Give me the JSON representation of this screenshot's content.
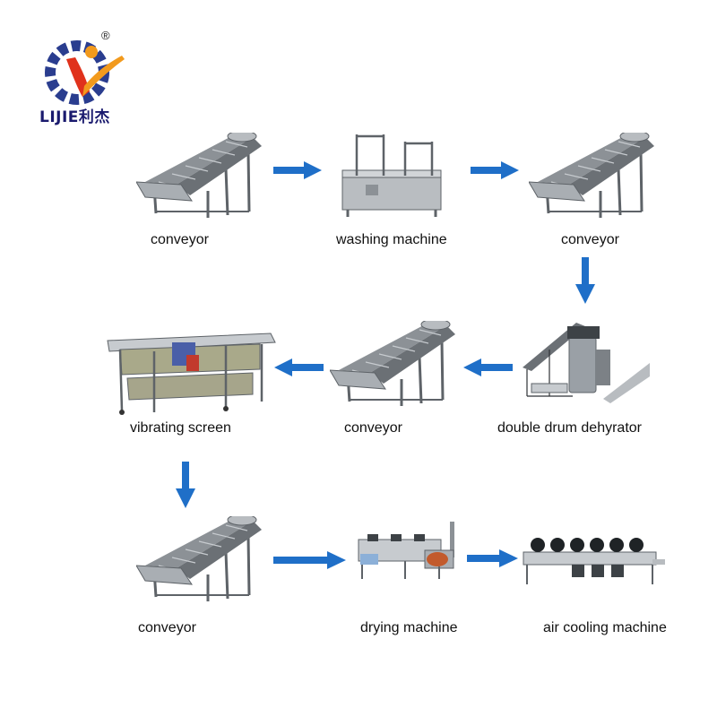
{
  "logo": {
    "text": "LIJIE利杰",
    "registered": "®"
  },
  "steps": [
    {
      "id": "conveyor-1",
      "label": "conveyor"
    },
    {
      "id": "washing-machine",
      "label": "washing machine"
    },
    {
      "id": "conveyor-2",
      "label": "conveyor"
    },
    {
      "id": "double-drum-dehydrator",
      "label": "double drum dehyrator"
    },
    {
      "id": "conveyor-3",
      "label": "conveyor"
    },
    {
      "id": "vibrating-screen",
      "label": "vibrating screen"
    },
    {
      "id": "conveyor-4",
      "label": "conveyor"
    },
    {
      "id": "drying-machine",
      "label": "drying machine"
    },
    {
      "id": "air-cooling-machine",
      "label": "air cooling machine"
    }
  ],
  "colors": {
    "arrow": "#1f6fc8",
    "steel": "#9aa0a6",
    "steel_dark": "#5e6368",
    "logo_blue": "#2a3d8f",
    "logo_red": "#e0321c",
    "logo_orange": "#f29a1d"
  }
}
